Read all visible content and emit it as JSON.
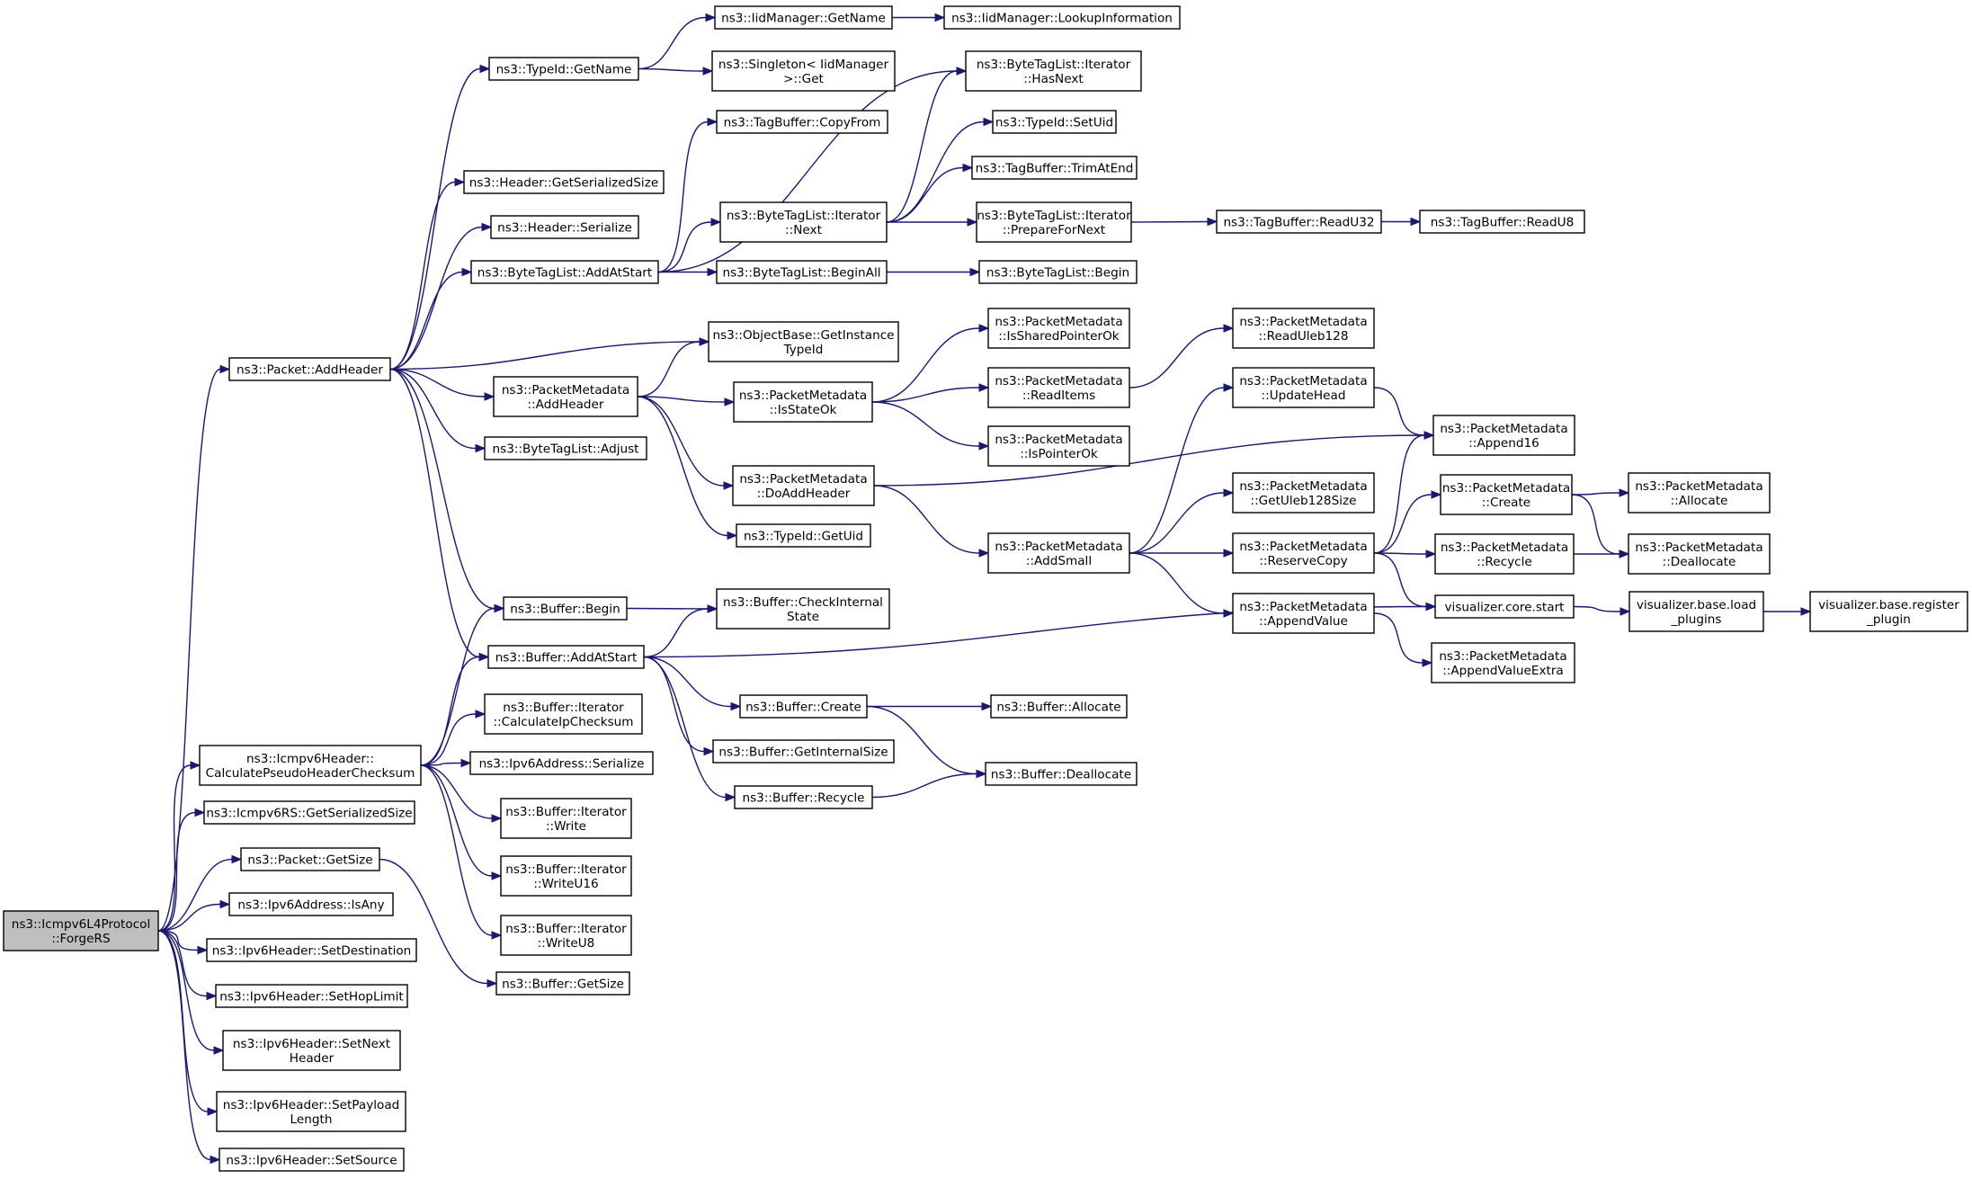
{
  "nodes": [
    {
      "id": "forgeRS",
      "lines": [
        "ns3::Icmpv6L4Protocol",
        "::ForgeRS"
      ],
      "root": true
    },
    {
      "id": "packetAddHeader",
      "lines": [
        "ns3::Packet::AddHeader"
      ]
    },
    {
      "id": "calcPseudo",
      "lines": [
        "ns3::Icmpv6Header::",
        "CalculatePseudoHeaderChecksum"
      ]
    },
    {
      "id": "rsGetSerSize",
      "lines": [
        "ns3::Icmpv6RS::GetSerializedSize"
      ]
    },
    {
      "id": "packetGetSize",
      "lines": [
        "ns3::Packet::GetSize"
      ]
    },
    {
      "id": "ipv6IsAny",
      "lines": [
        "ns3::Ipv6Address::IsAny"
      ]
    },
    {
      "id": "setDest",
      "lines": [
        "ns3::Ipv6Header::SetDestination"
      ]
    },
    {
      "id": "setHop",
      "lines": [
        "ns3::Ipv6Header::SetHopLimit"
      ]
    },
    {
      "id": "setNext",
      "lines": [
        "ns3::Ipv6Header::SetNext",
        "Header"
      ]
    },
    {
      "id": "setPayload",
      "lines": [
        "ns3::Ipv6Header::SetPayload",
        "Length"
      ]
    },
    {
      "id": "setSource",
      "lines": [
        "ns3::Ipv6Header::SetSource"
      ]
    },
    {
      "id": "typeIdGetName",
      "lines": [
        "ns3::TypeId::GetName"
      ]
    },
    {
      "id": "headerGetSerSize",
      "lines": [
        "ns3::Header::GetSerializedSize"
      ]
    },
    {
      "id": "headerSerialize",
      "lines": [
        "ns3::Header::Serialize"
      ]
    },
    {
      "id": "btlAddAtStart",
      "lines": [
        "ns3::ByteTagList::AddAtStart"
      ]
    },
    {
      "id": "pmAddHeader",
      "lines": [
        "ns3::PacketMetadata",
        "::AddHeader"
      ]
    },
    {
      "id": "btlAdjust",
      "lines": [
        "ns3::ByteTagList::Adjust"
      ]
    },
    {
      "id": "bufBegin",
      "lines": [
        "ns3::Buffer::Begin"
      ]
    },
    {
      "id": "bufAddAtStart",
      "lines": [
        "ns3::Buffer::AddAtStart"
      ]
    },
    {
      "id": "bufItCalc",
      "lines": [
        "ns3::Buffer::Iterator",
        "::CalculateIpChecksum"
      ]
    },
    {
      "id": "ipv6Serialize",
      "lines": [
        "ns3::Ipv6Address::Serialize"
      ]
    },
    {
      "id": "bufItWrite",
      "lines": [
        "ns3::Buffer::Iterator",
        "::Write"
      ]
    },
    {
      "id": "bufItWriteU16",
      "lines": [
        "ns3::Buffer::Iterator",
        "::WriteU16"
      ]
    },
    {
      "id": "bufItWriteU8",
      "lines": [
        "ns3::Buffer::Iterator",
        "::WriteU8"
      ]
    },
    {
      "id": "bufGetSize",
      "lines": [
        "ns3::Buffer::GetSize"
      ]
    },
    {
      "id": "iidGetName",
      "lines": [
        "ns3::IidManager::GetName"
      ]
    },
    {
      "id": "singletonGet",
      "lines": [
        "ns3::Singleton< IidManager",
        ">::Get"
      ]
    },
    {
      "id": "tagBufCopyFrom",
      "lines": [
        "ns3::TagBuffer::CopyFrom"
      ]
    },
    {
      "id": "btlItNext",
      "lines": [
        "ns3::ByteTagList::Iterator",
        "::Next"
      ]
    },
    {
      "id": "btlBeginAll",
      "lines": [
        "ns3::ByteTagList::BeginAll"
      ]
    },
    {
      "id": "objGetInstance",
      "lines": [
        "ns3::ObjectBase::GetInstance",
        "TypeId"
      ]
    },
    {
      "id": "pmIsStateOk",
      "lines": [
        "ns3::PacketMetadata",
        "::IsStateOk"
      ]
    },
    {
      "id": "pmDoAddHeader",
      "lines": [
        "ns3::PacketMetadata",
        "::DoAddHeader"
      ]
    },
    {
      "id": "typeIdGetUid",
      "lines": [
        "ns3::TypeId::GetUid"
      ]
    },
    {
      "id": "bufCheckInternal",
      "lines": [
        "ns3::Buffer::CheckInternal",
        "State"
      ]
    },
    {
      "id": "bufCreate",
      "lines": [
        "ns3::Buffer::Create"
      ]
    },
    {
      "id": "bufGetInternalSize",
      "lines": [
        "ns3::Buffer::GetInternalSize"
      ]
    },
    {
      "id": "bufRecycle",
      "lines": [
        "ns3::Buffer::Recycle"
      ]
    },
    {
      "id": "iidLookup",
      "lines": [
        "ns3::IidManager::LookupInformation"
      ]
    },
    {
      "id": "btlItHasNext",
      "lines": [
        "ns3::ByteTagList::Iterator",
        "::HasNext"
      ]
    },
    {
      "id": "typeIdSetUid",
      "lines": [
        "ns3::TypeId::SetUid"
      ]
    },
    {
      "id": "tagBufTrim",
      "lines": [
        "ns3::TagBuffer::TrimAtEnd"
      ]
    },
    {
      "id": "btlItPrepare",
      "lines": [
        "ns3::ByteTagList::Iterator",
        "::PrepareForNext"
      ]
    },
    {
      "id": "btlBegin",
      "lines": [
        "ns3::ByteTagList::Begin"
      ]
    },
    {
      "id": "pmIsShared",
      "lines": [
        "ns3::PacketMetadata",
        "::IsSharedPointerOk"
      ]
    },
    {
      "id": "pmReadItems",
      "lines": [
        "ns3::PacketMetadata",
        "::ReadItems"
      ]
    },
    {
      "id": "pmIsPointer",
      "lines": [
        "ns3::PacketMetadata",
        "::IsPointerOk"
      ]
    },
    {
      "id": "pmAddSmall",
      "lines": [
        "ns3::PacketMetadata",
        "::AddSmall"
      ]
    },
    {
      "id": "bufAllocate",
      "lines": [
        "ns3::Buffer::Allocate"
      ]
    },
    {
      "id": "bufDeallocate",
      "lines": [
        "ns3::Buffer::Deallocate"
      ]
    },
    {
      "id": "tagBufReadU32",
      "lines": [
        "ns3::TagBuffer::ReadU32"
      ]
    },
    {
      "id": "pmReadUleb",
      "lines": [
        "ns3::PacketMetadata",
        "::ReadUleb128"
      ]
    },
    {
      "id": "pmUpdateHead",
      "lines": [
        "ns3::PacketMetadata",
        "::UpdateHead"
      ]
    },
    {
      "id": "pmGetUlebSize",
      "lines": [
        "ns3::PacketMetadata",
        "::GetUleb128Size"
      ]
    },
    {
      "id": "pmReserveCopy",
      "lines": [
        "ns3::PacketMetadata",
        "::ReserveCopy"
      ]
    },
    {
      "id": "pmAppendValue",
      "lines": [
        "ns3::PacketMetadata",
        "::AppendValue"
      ]
    },
    {
      "id": "tagBufReadU8",
      "lines": [
        "ns3::TagBuffer::ReadU8"
      ]
    },
    {
      "id": "pmAppend16",
      "lines": [
        "ns3::PacketMetadata",
        "::Append16"
      ]
    },
    {
      "id": "pmCreate",
      "lines": [
        "ns3::PacketMetadata",
        "::Create"
      ]
    },
    {
      "id": "pmRecycle",
      "lines": [
        "ns3::PacketMetadata",
        "::Recycle"
      ]
    },
    {
      "id": "vizCoreStart",
      "lines": [
        "visualizer.core.start"
      ]
    },
    {
      "id": "pmAppendValueExtra",
      "lines": [
        "ns3::PacketMetadata",
        "::AppendValueExtra"
      ]
    },
    {
      "id": "pmAllocate",
      "lines": [
        "ns3::PacketMetadata",
        "::Allocate"
      ]
    },
    {
      "id": "pmDeallocate",
      "lines": [
        "ns3::PacketMetadata",
        "::Deallocate"
      ]
    },
    {
      "id": "vizLoadPlugins",
      "lines": [
        "visualizer.base.load",
        "_plugins"
      ]
    },
    {
      "id": "vizRegisterPlugin",
      "lines": [
        "visualizer.base.register",
        "_plugin"
      ]
    }
  ],
  "edges": [
    [
      "forgeRS",
      "packetAddHeader"
    ],
    [
      "forgeRS",
      "calcPseudo"
    ],
    [
      "forgeRS",
      "rsGetSerSize"
    ],
    [
      "forgeRS",
      "packetGetSize"
    ],
    [
      "forgeRS",
      "ipv6IsAny"
    ],
    [
      "forgeRS",
      "setDest"
    ],
    [
      "forgeRS",
      "setHop"
    ],
    [
      "forgeRS",
      "setNext"
    ],
    [
      "forgeRS",
      "setPayload"
    ],
    [
      "forgeRS",
      "setSource"
    ],
    [
      "packetAddHeader",
      "typeIdGetName"
    ],
    [
      "packetAddHeader",
      "headerGetSerSize"
    ],
    [
      "packetAddHeader",
      "headerSerialize"
    ],
    [
      "packetAddHeader",
      "btlAddAtStart"
    ],
    [
      "packetAddHeader",
      "objGetInstance"
    ],
    [
      "packetAddHeader",
      "pmAddHeader"
    ],
    [
      "packetAddHeader",
      "btlAdjust"
    ],
    [
      "packetAddHeader",
      "bufBegin"
    ],
    [
      "packetAddHeader",
      "bufAddAtStart"
    ],
    [
      "calcPseudo",
      "bufBegin"
    ],
    [
      "calcPseudo",
      "bufAddAtStart"
    ],
    [
      "calcPseudo",
      "bufItCalc"
    ],
    [
      "calcPseudo",
      "ipv6Serialize"
    ],
    [
      "calcPseudo",
      "bufItWrite"
    ],
    [
      "calcPseudo",
      "bufItWriteU16"
    ],
    [
      "calcPseudo",
      "bufItWriteU8"
    ],
    [
      "packetGetSize",
      "bufGetSize"
    ],
    [
      "typeIdGetName",
      "iidGetName"
    ],
    [
      "typeIdGetName",
      "singletonGet"
    ],
    [
      "iidGetName",
      "iidLookup"
    ],
    [
      "btlAddAtStart",
      "tagBufCopyFrom"
    ],
    [
      "btlAddAtStart",
      "btlItHasNext"
    ],
    [
      "btlAddAtStart",
      "btlItNext"
    ],
    [
      "btlAddAtStart",
      "btlBeginAll"
    ],
    [
      "btlItNext",
      "btlItHasNext"
    ],
    [
      "btlItNext",
      "typeIdSetUid"
    ],
    [
      "btlItNext",
      "tagBufTrim"
    ],
    [
      "btlItNext",
      "btlItPrepare"
    ],
    [
      "btlItPrepare",
      "tagBufReadU32"
    ],
    [
      "tagBufReadU32",
      "tagBufReadU8"
    ],
    [
      "btlBeginAll",
      "btlBegin"
    ],
    [
      "pmAddHeader",
      "objGetInstance"
    ],
    [
      "pmAddHeader",
      "pmIsStateOk"
    ],
    [
      "pmAddHeader",
      "pmDoAddHeader"
    ],
    [
      "pmAddHeader",
      "typeIdGetUid"
    ],
    [
      "pmIsStateOk",
      "pmIsShared"
    ],
    [
      "pmIsStateOk",
      "pmReadItems"
    ],
    [
      "pmIsStateOk",
      "pmIsPointer"
    ],
    [
      "pmReadItems",
      "pmReadUleb"
    ],
    [
      "pmDoAddHeader",
      "pmAppend16"
    ],
    [
      "pmDoAddHeader",
      "pmAddSmall"
    ],
    [
      "pmAddSmall",
      "pmUpdateHead"
    ],
    [
      "pmAddSmall",
      "pmGetUlebSize"
    ],
    [
      "pmAddSmall",
      "pmReserveCopy"
    ],
    [
      "pmAddSmall",
      "pmAppendValue"
    ],
    [
      "pmUpdateHead",
      "pmAppend16"
    ],
    [
      "pmReserveCopy",
      "pmAppend16"
    ],
    [
      "pmReserveCopy",
      "pmCreate"
    ],
    [
      "pmReserveCopy",
      "pmRecycle"
    ],
    [
      "pmReserveCopy",
      "vizCoreStart"
    ],
    [
      "pmCreate",
      "pmAllocate"
    ],
    [
      "pmCreate",
      "pmDeallocate"
    ],
    [
      "pmRecycle",
      "pmDeallocate"
    ],
    [
      "pmAppendValue",
      "pmAppendValueExtra"
    ],
    [
      "bufBegin",
      "bufCheckInternal"
    ],
    [
      "bufAddAtStart",
      "bufCheckInternal"
    ],
    [
      "bufAddAtStart",
      "bufCreate"
    ],
    [
      "bufAddAtStart",
      "bufGetInternalSize"
    ],
    [
      "bufAddAtStart",
      "bufRecycle"
    ],
    [
      "bufAddAtStart",
      "vizCoreStart"
    ],
    [
      "bufCreate",
      "bufAllocate"
    ],
    [
      "bufCreate",
      "bufDeallocate"
    ],
    [
      "bufRecycle",
      "bufDeallocate"
    ],
    [
      "vizCoreStart",
      "vizLoadPlugins"
    ],
    [
      "vizLoadPlugins",
      "vizRegisterPlugin"
    ]
  ]
}
